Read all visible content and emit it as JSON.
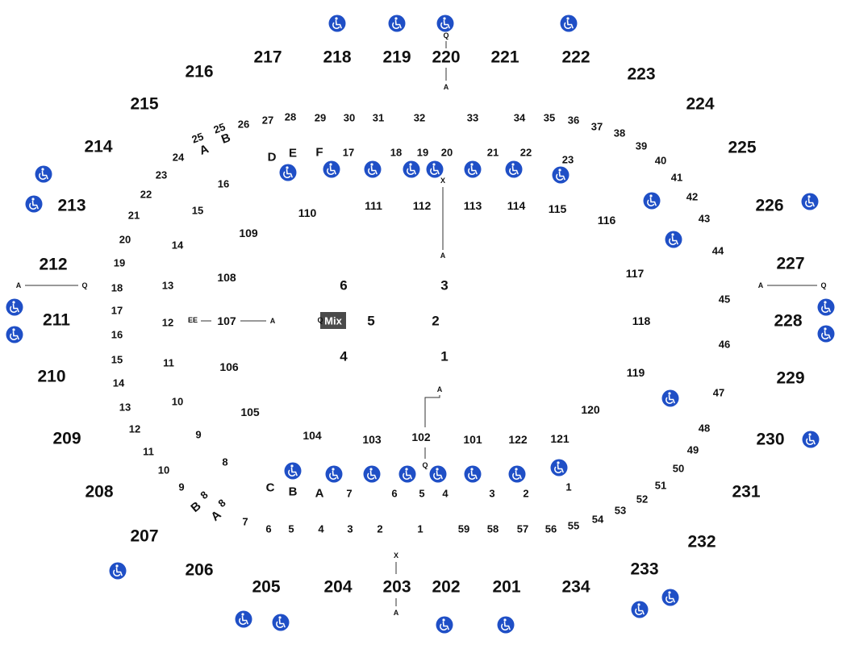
{
  "map": {
    "upper_sections": [
      "217",
      "218",
      "219",
      "220",
      "221",
      "222",
      "216",
      "223",
      "215",
      "224",
      "214",
      "225",
      "213",
      "226",
      "212",
      "227",
      "211",
      "228",
      "210",
      "229",
      "209",
      "230",
      "208",
      "231",
      "207",
      "232",
      "206",
      "233",
      "205",
      "204",
      "203",
      "202",
      "201",
      "234"
    ],
    "lower_sections": [
      "110",
      "111",
      "112",
      "113",
      "114",
      "115",
      "116",
      "109",
      "117",
      "108",
      "107",
      "118",
      "106",
      "119",
      "105",
      "120",
      "104",
      "103",
      "102",
      "101",
      "122",
      "121"
    ],
    "floor_sections": [
      "6",
      "5",
      "4",
      "3",
      "2",
      "1"
    ],
    "mix_label": "Mix",
    "upper_rows_top": [
      "25",
      "25",
      "26",
      "27",
      "28",
      "29",
      "30",
      "31",
      "32",
      "33",
      "34",
      "35",
      "36",
      "37",
      "38",
      "39",
      "40",
      "41",
      "42",
      "43",
      "44",
      "45",
      "46",
      "47",
      "48",
      "49",
      "50",
      "51",
      "52",
      "53",
      "54",
      "55",
      "56",
      "57",
      "58",
      "59"
    ],
    "upper_rows_left": [
      "24",
      "23",
      "22",
      "21",
      "20",
      "19",
      "18",
      "17",
      "16",
      "15",
      "14",
      "13",
      "12",
      "11",
      "10",
      "9",
      "8",
      "8"
    ],
    "upper_rows_bottom": [
      "7",
      "6",
      "5",
      "4",
      "3",
      "2",
      "1"
    ],
    "lower_rows_top": [
      "D",
      "E",
      "F",
      "17",
      "18",
      "19",
      "20",
      "21",
      "22",
      "23",
      "16",
      "15",
      "14",
      "13",
      "12",
      "11",
      "10",
      "9",
      "8",
      "7",
      "6",
      "5",
      "4",
      "3",
      "2",
      "1",
      "A",
      "B",
      "C",
      "B",
      "A",
      "A",
      "B"
    ],
    "lower_rows_bottom": [
      "B",
      "A",
      "C",
      "EE"
    ],
    "marker_labels": [
      "Q",
      "A",
      "X",
      "A",
      "A",
      "Q",
      "A",
      "Q",
      "A",
      "Q",
      "X",
      "A",
      "A",
      "Q"
    ],
    "accessibility_icon": "wheelchair-icon",
    "accessibility_color": "#1f4fc6"
  }
}
